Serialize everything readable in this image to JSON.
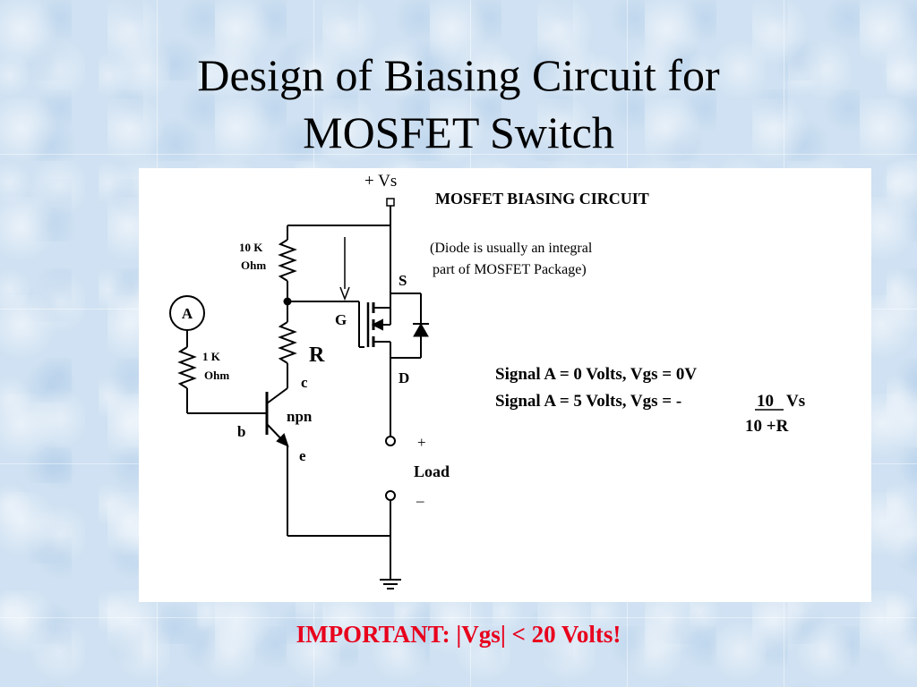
{
  "slide": {
    "title_line1": "Design of Biasing Circuit for",
    "title_line2": "MOSFET Switch"
  },
  "diagram": {
    "header": "MOSFET BIASING CIRCUIT",
    "diode_note_line1": "(Diode is usually an integral",
    "diode_note_line2": "part of MOSFET Package)",
    "supply_label": "+ Vs",
    "resistor_top_value": "10 K",
    "resistor_top_unit": "Ohm",
    "resistor_r_label": "R",
    "resistor_base_value": "1 K",
    "resistor_base_unit": "Ohm",
    "meter_label": "A",
    "transistor_type": "npn",
    "collector_label": "c",
    "base_label": "b",
    "emitter_label": "e",
    "gate_label": "G",
    "source_label": "S",
    "drain_label": "D",
    "load_label": "Load",
    "load_plus": "+",
    "load_minus": "–",
    "signal_line1": "Signal A = 0 Volts, Vgs = 0V",
    "signal_line2_prefix": "Signal A = 5 Volts, Vgs =  -",
    "formula_numerator": "10",
    "formula_vs": "Vs",
    "formula_denominator": "10 +R"
  },
  "footer": {
    "important": "IMPORTANT:  |Vgs| < 20 Volts!"
  }
}
